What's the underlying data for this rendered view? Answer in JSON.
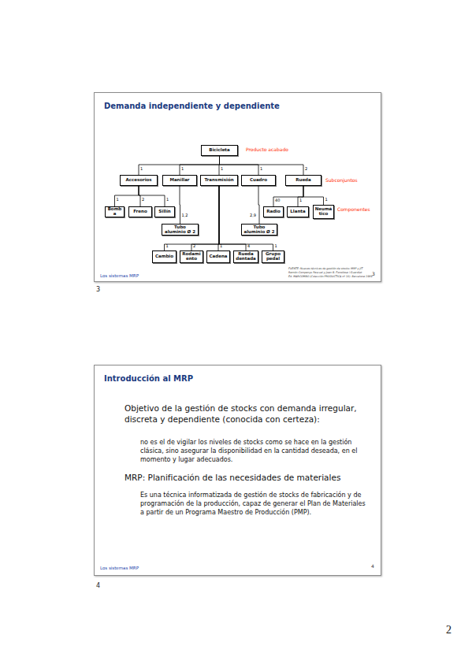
{
  "diagram": {
    "nodes": [
      {
        "text": [
          "Demanda independiente y dependiente"
        ]
      },
      {
        "text": [
          "Bicicleta"
        ],
        "in": 0
      },
      {
        "text": [
          "Accesorios"
        ],
        "in": 0
      },
      {
        "text": [
          "Manillar"
        ],
        "in": 0
      },
      {
        "text": [
          "Transmisión"
        ],
        "in": 0
      },
      {
        "text": [
          "Cuadro"
        ],
        "in": 0
      },
      {
        "text": [
          "Rueda"
        ],
        "in": 0
      },
      {
        "text": [
          "Bomba"
        ],
        "in": 0
      },
      {
        "text": [
          "Freno"
        ],
        "in": 0
      },
      {
        "text": [
          "Sillín"
        ],
        "in": 0
      },
      {
        "text": [
          "Radio"
        ],
        "in": 0
      },
      {
        "text": [
          "Llanta"
        ],
        "in": 0
      },
      {
        "text": [
          "Neumático"
        ],
        "in": 0
      },
      {
        "text": [
          "Tubo aluminio Ø 2"
        ],
        "in": 0
      },
      {
        "text": [
          "Tubo aluminio Ø 2"
        ],
        "in": 0
      },
      {
        "text": [
          "Cambio"
        ],
        "in": 0
      },
      {
        "text": [
          "Rodamiento"
        ],
        "in": 0
      },
      {
        "text": [
          "Cadena"
        ],
        "in": 0
      },
      {
        "text": [
          "Rueda dentada"
        ],
        "in": 0
      },
      {
        "text": [
          "Grupo pedal"
        ],
        "in": 0
      },
      {
        "text": [
          "Introducción al MRP",
          "Objetivo de la gestión de stocks con demanda irregular, discreta y dependiente (conocida con certeza):",
          "no es el de vigilar los niveles de stocks como se hace en la gestión clásica, sino asegurar la disponibilidad en la cantidad deseada, en el momento y lugar adecuados.",
          "MRP: Planificación de las necesidades de materiales",
          "Es una técnica informatizada de gestión de stocks de fabricación y de programación de la producción, capaz de generar el Plan de Materiales a partir de un Programa Maestro de Producción (PMP)."
        ]
      }
    ],
    "edges": [
      {
        "from": 1,
        "to": 2,
        "arrow": "none",
        "label": "1"
      },
      {
        "from": 1,
        "to": 3,
        "arrow": "none",
        "label": "1"
      },
      {
        "from": 1,
        "to": 4,
        "arrow": "none",
        "label": "1"
      },
      {
        "from": 1,
        "to": 5,
        "arrow": "none",
        "label": "1"
      },
      {
        "from": 1,
        "to": 6,
        "arrow": "none",
        "label": "2"
      },
      {
        "from": 2,
        "to": 7,
        "arrow": "none",
        "label": "1"
      },
      {
        "from": 2,
        "to": 8,
        "arrow": "none",
        "label": "2"
      },
      {
        "from": 2,
        "to": 9,
        "arrow": "none",
        "label": "1"
      },
      {
        "from": 3,
        "to": 13,
        "arrow": "none",
        "label": "1,2"
      },
      {
        "from": 5,
        "to": 14,
        "arrow": "none",
        "label": "2,9"
      },
      {
        "from": 6,
        "to": 10,
        "arrow": "none",
        "label": "40"
      },
      {
        "from": 6,
        "to": 11,
        "arrow": "none",
        "label": "1"
      },
      {
        "from": 6,
        "to": 12,
        "arrow": "none",
        "label": "1"
      },
      {
        "from": 4,
        "to": 15,
        "arrow": "none",
        "label": "1"
      },
      {
        "from": 4,
        "to": 16,
        "arrow": "none",
        "label": "2"
      },
      {
        "from": 4,
        "to": 17,
        "arrow": "none",
        "label": "1"
      },
      {
        "from": 4,
        "to": 18,
        "arrow": "none",
        "label": "4"
      },
      {
        "from": 4,
        "to": 19,
        "arrow": "none",
        "label": "1"
      }
    ],
    "labels": [
      "Producto acabado",
      "Subconjuntos",
      "Componentes",
      "FUENTE: Nuevas técnicas de gestión de stocks: MRP y JIT",
      "Ramón Companys Pascual y Joan B. Fonollosa i Guardiet",
      "Ed. MARCOMBO (Colección PRODUCTICA nº 10). Barcelona 1989",
      "Los sistemas MRP",
      "3",
      "3",
      "Los sistemas MRP",
      "4",
      "4",
      "2"
    ]
  }
}
